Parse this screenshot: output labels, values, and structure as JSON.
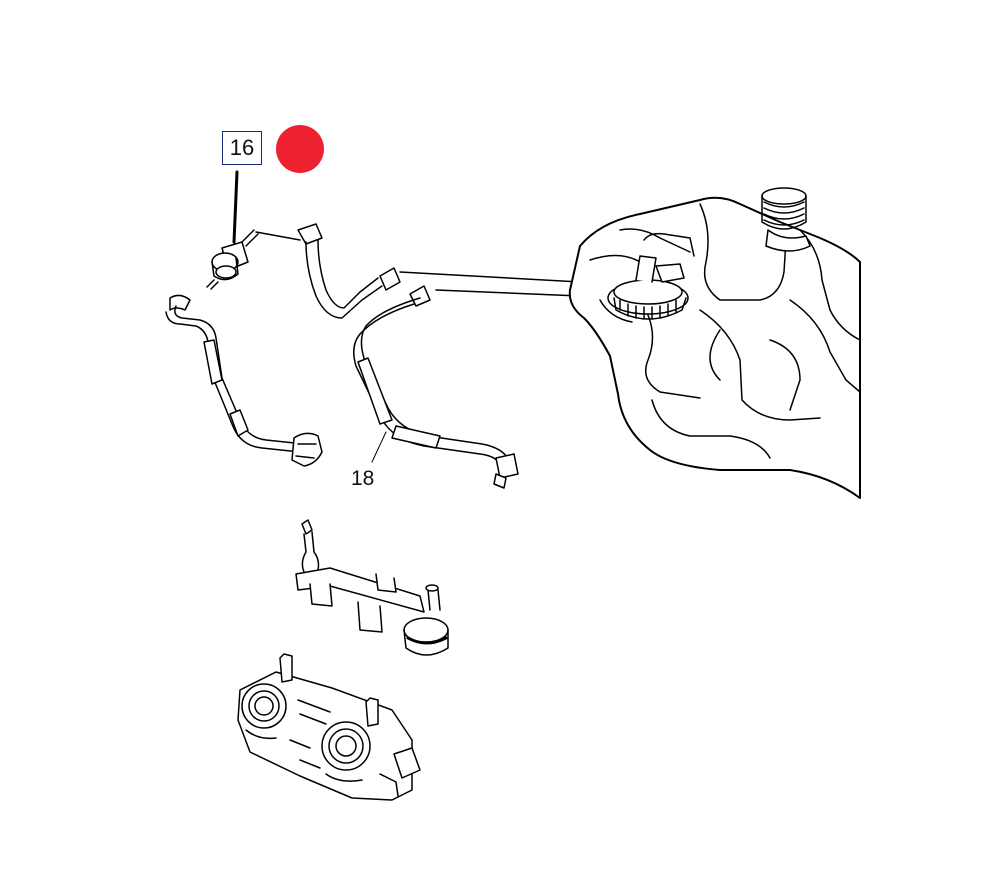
{
  "callouts": {
    "part_16": "16",
    "part_18": "18"
  },
  "colors": {
    "line": "#000000",
    "callout_border": "#1a2a7a",
    "marker": "#ee2130",
    "background": "#ffffff"
  },
  "components": [
    "fuel-filter",
    "fuel-hose-left",
    "fuel-hose-middle",
    "fuel-hose-18",
    "fuel-tank",
    "fuel-pump-module",
    "filler-neck-cap",
    "fuel-rail",
    "throttle-body"
  ]
}
